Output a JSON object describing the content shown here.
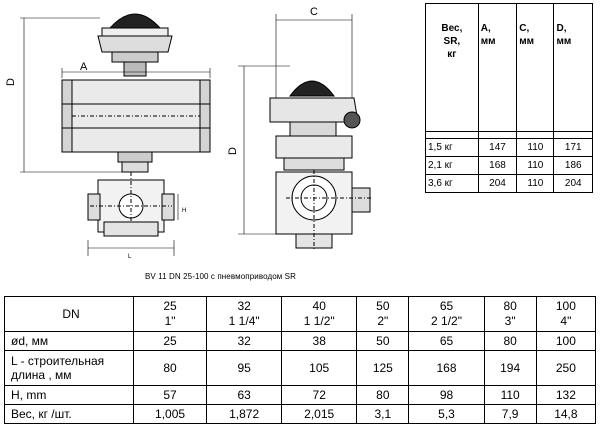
{
  "drawing": {
    "dim_A": "A",
    "dim_C": "C",
    "dim_D_left": "D",
    "dim_D_right": "D",
    "dim_H": "H",
    "dim_L": "L"
  },
  "caption": "BV 11 DN 25-100 с пневмоприводом SR",
  "spec_table": {
    "headers": [
      "Вес,\nSR,\nкг",
      "A,\nмм",
      "C,\nмм",
      "D,\nмм"
    ],
    "rows": [
      [
        "1,5 кг",
        "147",
        "110",
        "171"
      ],
      [
        "2,1 кг",
        "168",
        "110",
        "186"
      ],
      [
        "3,6 кг",
        "204",
        "110",
        "204"
      ]
    ]
  },
  "dims_table": {
    "dn_label": "DN",
    "dn_values": [
      {
        "a": "25",
        "b": "1\""
      },
      {
        "a": "32",
        "b": "1 1/4\""
      },
      {
        "a": "40",
        "b": "1 1/2\""
      },
      {
        "a": "50",
        "b": "2\""
      },
      {
        "a": "65",
        "b": "2 1/2\""
      },
      {
        "a": "80",
        "b": "3\""
      },
      {
        "a": "100",
        "b": "4\""
      }
    ],
    "rows": [
      {
        "label": "ød, мм",
        "values": [
          "25",
          "32",
          "38",
          "50",
          "65",
          "80",
          "100"
        ]
      },
      {
        "label": "L - строительная длина , мм",
        "values": [
          "80",
          "95",
          "105",
          "125",
          "168",
          "194",
          "250"
        ]
      },
      {
        "label": "H, mm",
        "values": [
          "57",
          "63",
          "72",
          "80",
          "98",
          "110",
          "132"
        ]
      },
      {
        "label": "Вес, кг /шт.",
        "values": [
          "1,005",
          "1,872",
          "2,015",
          "3,1",
          "5,3",
          "7,9",
          "14,8"
        ]
      }
    ]
  }
}
